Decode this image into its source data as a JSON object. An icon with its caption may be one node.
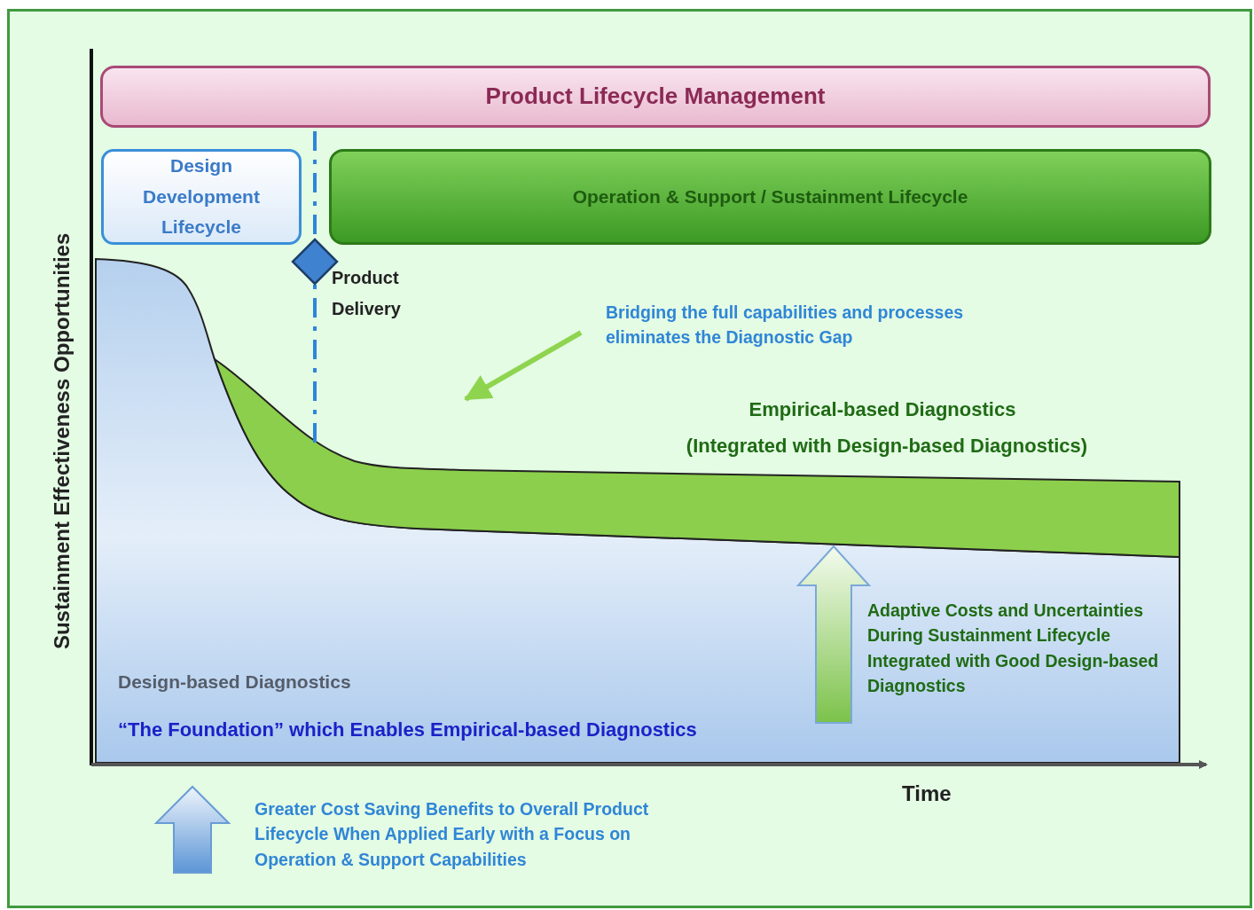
{
  "diagram": {
    "nodes": [
      {
        "text": [
          "Product Lifecycle Management"
        ]
      },
      {
        "text": [
          "Design Development Lifecycle"
        ]
      },
      {
        "text": [
          "Operation & Support / Sustainment Lifecycle"
        ]
      },
      {
        "text": [],
        "shape": "diamond",
        "beside": [
          "Product Delivery"
        ]
      }
    ],
    "labels": [
      "Sustainment Effectiveness Opportunities",
      "Bridging the full capabilities and processes eliminates the Diagnostic Gap",
      "Empirical-based Diagnostics",
      "(Integrated with Design-based Diagnostics)",
      "Adaptive Costs and Uncertainties During Sustainment Lifecycle Integrated with Good Design-based Diagnostics",
      "Design-based Diagnostics",
      "“The Foundation” which Enables Empirical-based Diagnostics",
      "Time",
      "Greater Cost Saving Benefits to Overall Product Lifecycle When Applied Early with a Focus on Operation & Support Capabilities"
    ]
  }
}
